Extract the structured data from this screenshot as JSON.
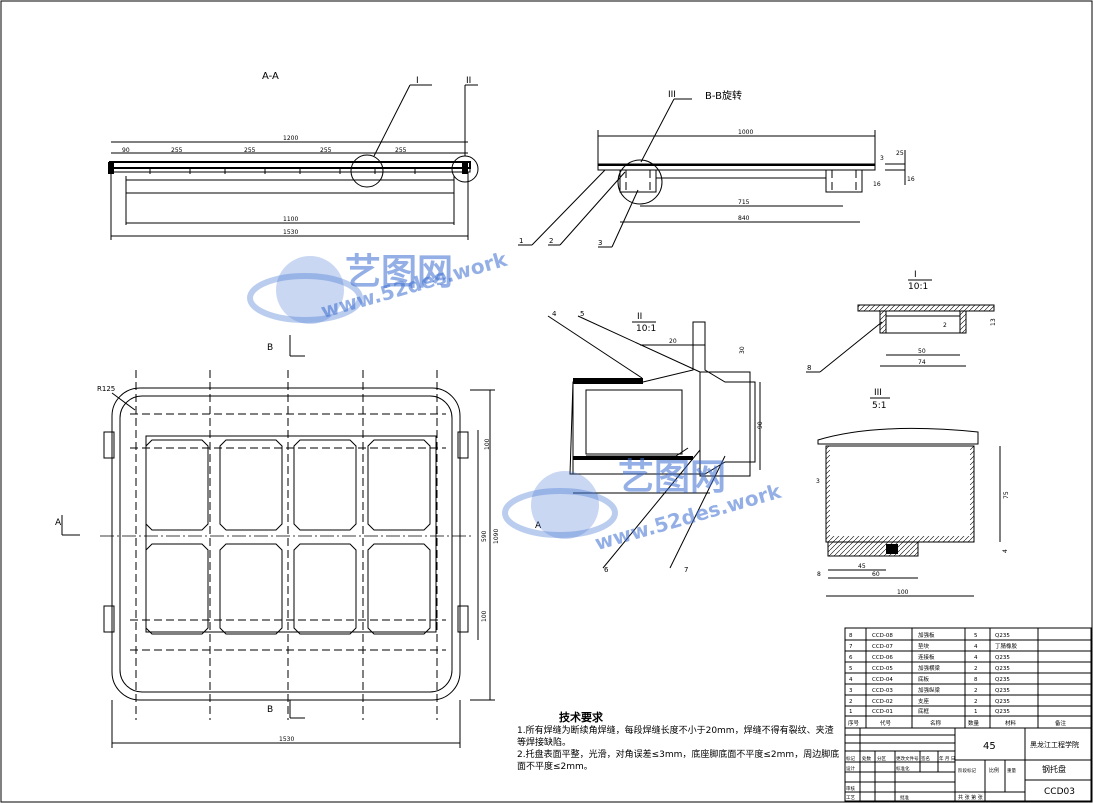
{
  "views": {
    "section_aa": {
      "label": "A-A",
      "callout_1": "I",
      "callout_2": "II",
      "dims": {
        "overall_top": "1200",
        "seg1": "90",
        "seg2": "255",
        "seg3": "255",
        "seg4": "255",
        "seg5": "255",
        "inner": "1100",
        "overall_bottom": "1530"
      }
    },
    "section_bb": {
      "label": "B-B旋转",
      "callout": "III",
      "dims": {
        "top": "1000",
        "mid": "715",
        "bottom": "840",
        "r1": "25",
        "r2": "16",
        "r3": "16",
        "r4": "3"
      },
      "part_refs": [
        "1",
        "2",
        "3"
      ]
    },
    "plan": {
      "radius": "R125",
      "section_b_top": "B",
      "section_b_bottom": "B",
      "section_a": "A",
      "dims": {
        "d100_top": "100",
        "d590": "590",
        "d1090": "1090",
        "d100_bot": "100",
        "width": "1530"
      }
    },
    "detail_2": {
      "label": "II",
      "scale": "10:1",
      "dims": {
        "d20": "20",
        "d30": "30",
        "d90": "90"
      },
      "part_refs": [
        "4",
        "5",
        "6",
        "7"
      ],
      "dim_a": "A"
    },
    "detail_1": {
      "label": "I",
      "scale": "10:1",
      "dims": {
        "d2": "2",
        "d50": "50",
        "d74": "74",
        "d13": "13"
      },
      "part_ref": "8"
    },
    "detail_3": {
      "label": "III",
      "scale": "5:1",
      "dims": {
        "d3": "3",
        "d75": "75",
        "d45": "45",
        "d60": "60",
        "d100": "100",
        "d4": "4",
        "d8": "8"
      }
    }
  },
  "parts_table": {
    "rows": [
      {
        "no": "8",
        "code": "CCD-08",
        "name": "加强板",
        "qty": "5",
        "mat": "Q235"
      },
      {
        "no": "7",
        "code": "CCD-07",
        "name": "垫块",
        "qty": "4",
        "mat": "丁腈橡胶"
      },
      {
        "no": "6",
        "code": "CCD-06",
        "name": "连接板",
        "qty": "4",
        "mat": "Q235"
      },
      {
        "no": "5",
        "code": "CCD-05",
        "name": "加强横梁",
        "qty": "2",
        "mat": "Q235"
      },
      {
        "no": "4",
        "code": "CCD-04",
        "name": "底板",
        "qty": "8",
        "mat": "Q235"
      },
      {
        "no": "3",
        "code": "CCD-03",
        "name": "加强纵梁",
        "qty": "2",
        "mat": "Q235"
      },
      {
        "no": "2",
        "code": "CCD-02",
        "name": "支座",
        "qty": "2",
        "mat": "Q235"
      },
      {
        "no": "1",
        "code": "CCD-01",
        "name": "底框",
        "qty": "1",
        "mat": "Q235"
      }
    ],
    "header": {
      "no": "序号",
      "code": "代号",
      "name": "名称",
      "qty": "数量",
      "mat": "材料",
      "note": "备注"
    }
  },
  "title_block": {
    "material": "45",
    "company": "黑龙江工程学院",
    "drawing_name": "钢托盘",
    "drawing_no": "CCD03",
    "scale_label": "比例",
    "sheet": "共 张 第 张",
    "labels": {
      "mark": "标记",
      "count": "处数",
      "zone": "分区",
      "change_no": "更改文件号",
      "sign": "签名",
      "date": "年 月 日",
      "design": "设计",
      "standard": "标准化",
      "check": "审核",
      "process": "工艺",
      "approve": "批准",
      "stage": "阶段标记",
      "weight": "重量"
    }
  },
  "tech_req": {
    "title": "技术要求",
    "items": [
      "1.所有焊缝为断续角焊缝，每段焊缝长度不小于20mm，焊缝不得有裂纹、夹渣等焊接缺陷。",
      "2.托盘表面平整，光滑，对角误差≤3mm，底座脚底面不平度≤2mm，周边脚底面不平度≤2mm。"
    ]
  },
  "watermark": {
    "brand": "艺图网",
    "url": "www.52des.work"
  }
}
